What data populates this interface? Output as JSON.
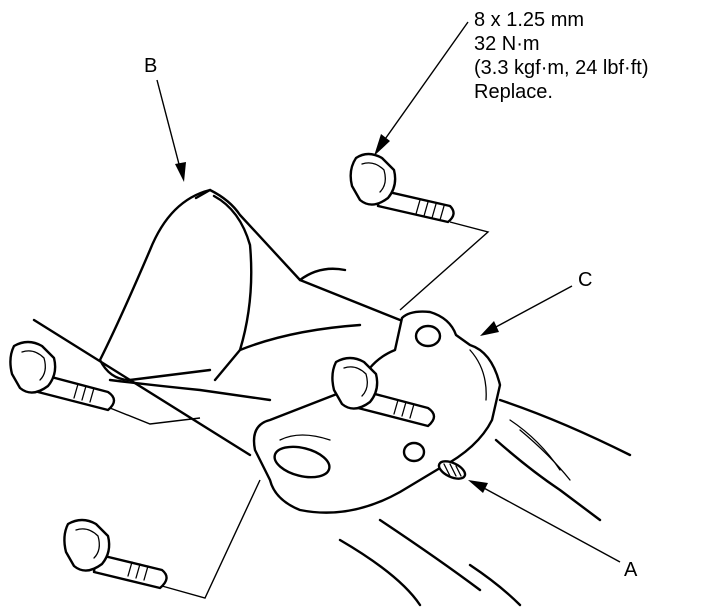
{
  "torque_spec": {
    "bolt_size": "8 x 1.25 mm",
    "torque_nm": "32 N·m",
    "torque_alt": "(3.3 kgf·m, 24 lbf·ft)",
    "note": "Replace."
  },
  "callouts": {
    "a": "A",
    "b": "B",
    "c": "C"
  }
}
